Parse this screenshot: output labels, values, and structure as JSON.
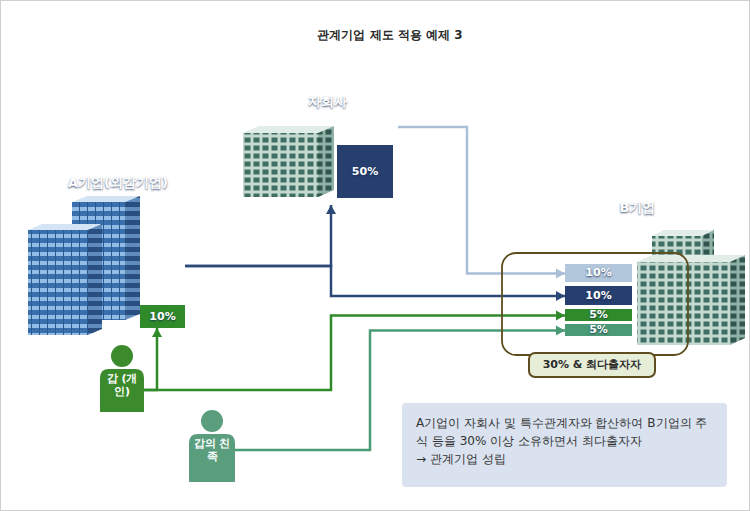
{
  "diagram": {
    "title": "관계기업 제도 적용 예제 3",
    "nodes": [
      {
        "text": [
          "A기업(외감기업)"
        ]
      },
      {
        "text": [
          "10%"
        ],
        "in": 0
      },
      {
        "text": [
          "자회사"
        ]
      },
      {
        "text": [
          "50%"
        ],
        "in": 2
      },
      {
        "text": [
          "B기업"
        ]
      },
      {
        "text": [
          "10%"
        ],
        "in": 4
      },
      {
        "text": [
          "10%"
        ],
        "in": 4
      },
      {
        "text": [
          "5%"
        ],
        "in": 4
      },
      {
        "text": [
          "5%"
        ],
        "in": 4
      },
      {
        "text": [
          "30% & 최다출자자"
        ]
      },
      {
        "text": [
          "갑 (개인)"
        ]
      },
      {
        "text": [
          "갑의 친족"
        ]
      },
      {
        "text": [
          "A기업이 자회사 및 특수관계자와 합산하여 B기업의 주식 등을 30% 이상 소유하면서 최다출자자",
          "→ 관계기업 성립"
        ]
      }
    ],
    "edges": [
      {
        "from": 0,
        "to": 2,
        "arrow": "to"
      },
      {
        "from": 0,
        "to": 6,
        "arrow": "to"
      },
      {
        "from": 2,
        "to": 5,
        "arrow": "to"
      },
      {
        "from": 10,
        "to": 1,
        "arrow": "to"
      },
      {
        "from": 10,
        "to": 7,
        "arrow": "to"
      },
      {
        "from": 11,
        "to": 8,
        "arrow": "to"
      }
    ]
  }
}
